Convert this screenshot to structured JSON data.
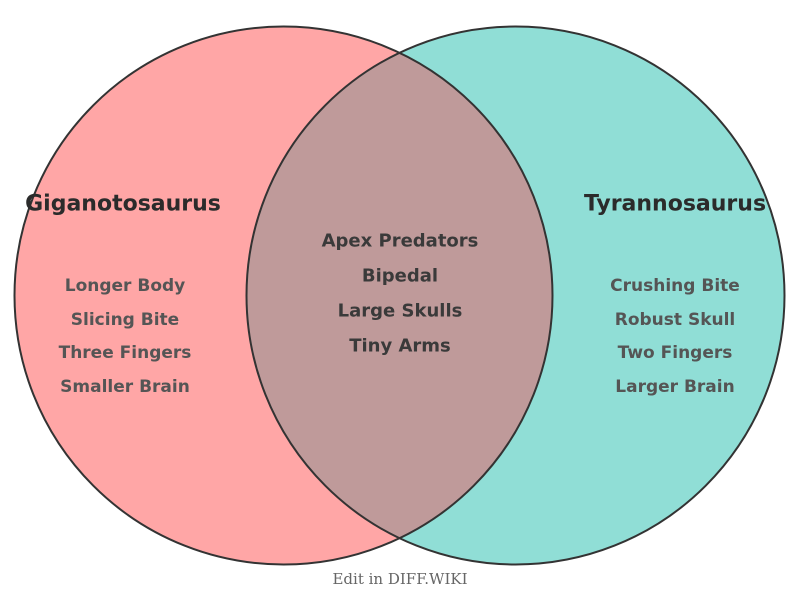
{
  "diagram": {
    "type": "venn",
    "left": {
      "title": "Giganotosaurus",
      "items": [
        "Longer Body",
        "Slicing Bite",
        "Three Fingers",
        "Smaller Brain"
      ]
    },
    "right": {
      "title": "Tyrannosaurus",
      "items": [
        "Crushing Bite",
        "Robust Skull",
        "Two Fingers",
        "Larger Brain"
      ]
    },
    "overlap": {
      "items": [
        "Apex Predators",
        "Bipedal",
        "Large Skulls",
        "Tiny Arms"
      ]
    }
  },
  "colors": {
    "left_fill": "#FFA6A6",
    "right_fill": "#90DED6",
    "overlap_fill": "#BF9A9A",
    "outline": "#333333"
  },
  "footer": {
    "label": "Edit in DIFF.WIKI"
  }
}
